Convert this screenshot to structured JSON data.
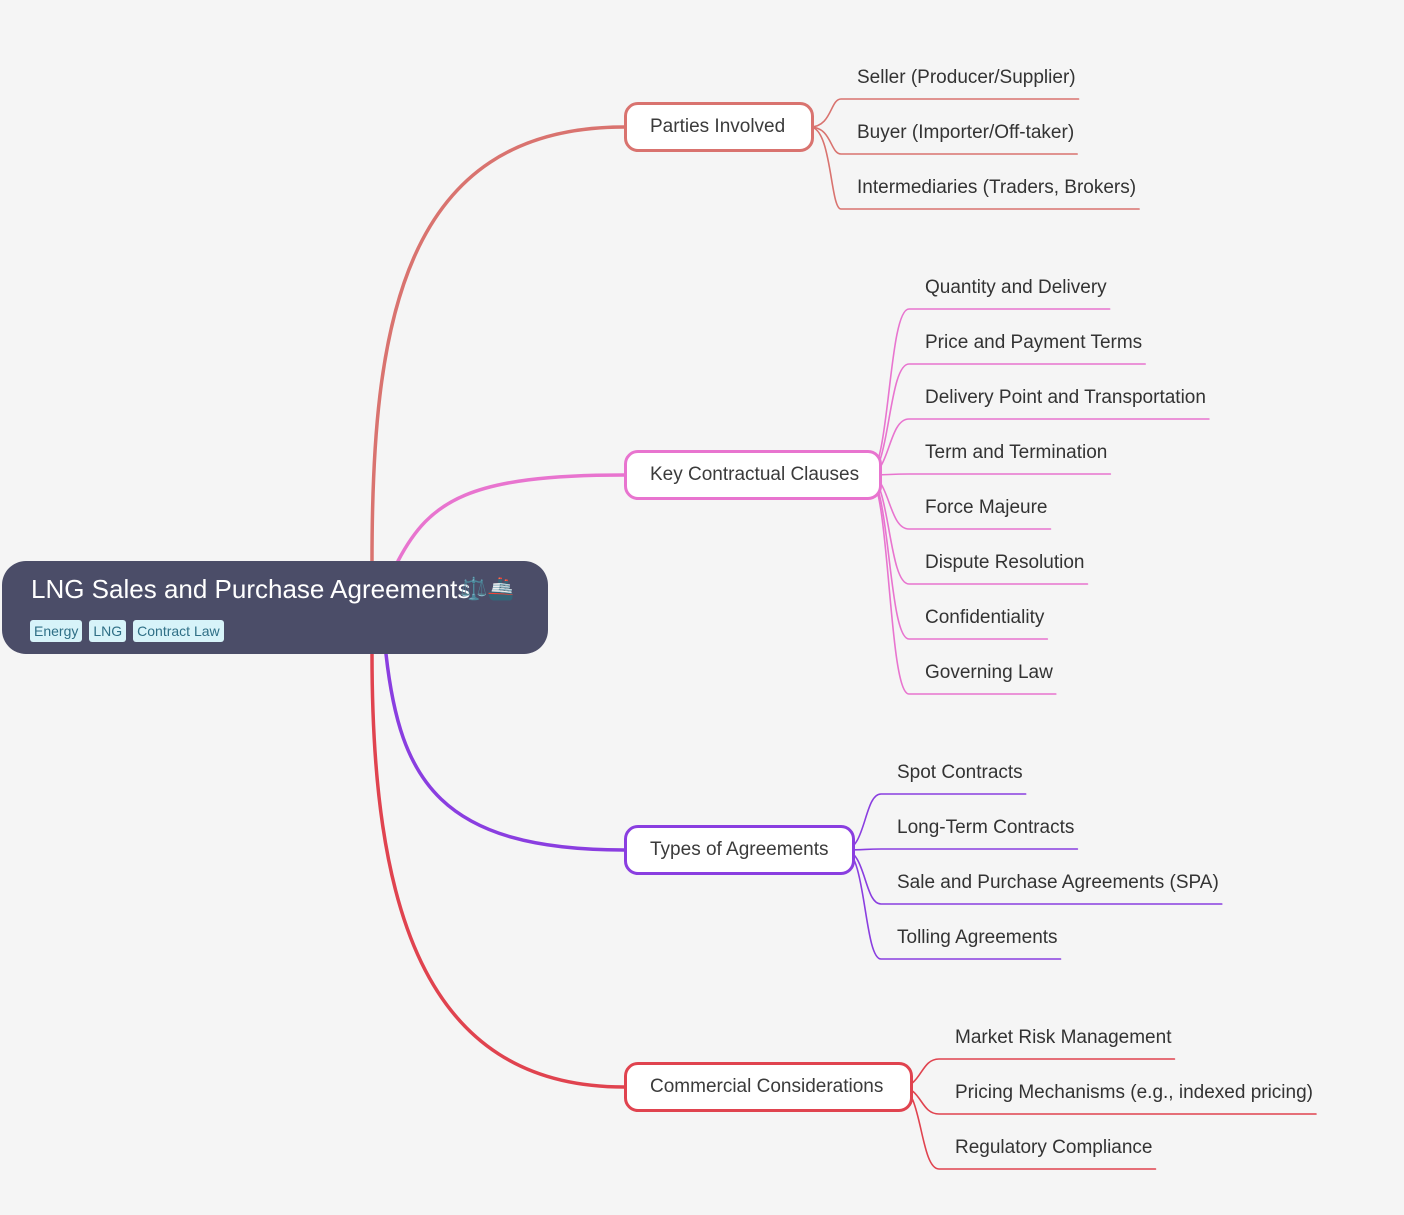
{
  "root": {
    "title": "LNG Sales and Purchase Agreements",
    "emoji": "⚖️🚢",
    "tags": [
      "Energy",
      "LNG",
      "Contract Law"
    ]
  },
  "branches": [
    {
      "label": "Parties Involved",
      "color": "#d9736f",
      "children": [
        "Seller (Producer/Supplier)",
        "Buyer (Importer/Off-taker)",
        "Intermediaries (Traders, Brokers)"
      ]
    },
    {
      "label": "Key Contractual Clauses",
      "color": "#e874cf",
      "children": [
        "Quantity and Delivery",
        "Price and Payment Terms",
        "Delivery Point and Transportation",
        "Term and Termination",
        "Force Majeure",
        "Dispute Resolution",
        "Confidentiality",
        "Governing Law"
      ]
    },
    {
      "label": "Types of Agreements",
      "color": "#8a3ee0",
      "children": [
        "Spot Contracts",
        "Long-Term Contracts",
        "Sale and Purchase Agreements (SPA)",
        "Tolling Agreements"
      ]
    },
    {
      "label": "Commercial Considerations",
      "color": "#e0434f",
      "children": [
        "Market Risk Management",
        "Pricing Mechanisms (e.g., indexed pricing)",
        "Regulatory Compliance"
      ]
    }
  ]
}
